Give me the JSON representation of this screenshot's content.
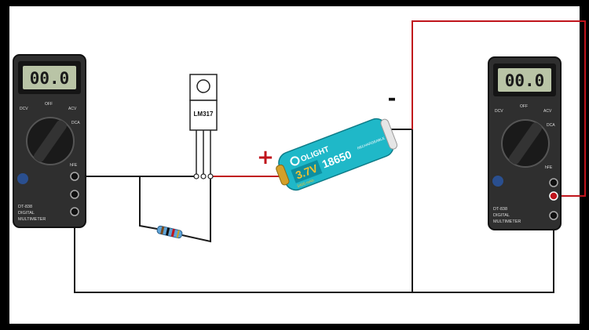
{
  "colors": {
    "frame": "#000000",
    "canvas": "#ffffff",
    "wire_black": "#1a1a1a",
    "wire_red": "#c0141c",
    "battery": "#1fb8c8",
    "meter_body": "#2f2f2f",
    "lcd": "#b9c4a6"
  },
  "meter_left": {
    "display": "00.0",
    "model": "DT-838",
    "line1": "DIGITAL",
    "line2": "MULTIMETER",
    "dial": [
      "DCV",
      "ACV",
      "DCA",
      "OFF",
      "hFE"
    ]
  },
  "meter_right": {
    "display": "00.0",
    "model": "DT-838",
    "line1": "DIGITAL",
    "line2": "MULTIMETER",
    "dial": [
      "DCV",
      "ACV",
      "DCA",
      "OFF",
      "hFE"
    ]
  },
  "regulator": {
    "label": "LM317"
  },
  "battery": {
    "brand": "OLIGHT",
    "voltage": "3.7V",
    "model": "18650",
    "type": "RECHARGEABLE",
    "capacity": "3400 mAh"
  },
  "polarity": {
    "plus": "+",
    "minus": "-"
  },
  "icons": [
    "multimeter-icon",
    "lm317-regulator-icon",
    "battery-18650-icon",
    "resistor-icon"
  ]
}
